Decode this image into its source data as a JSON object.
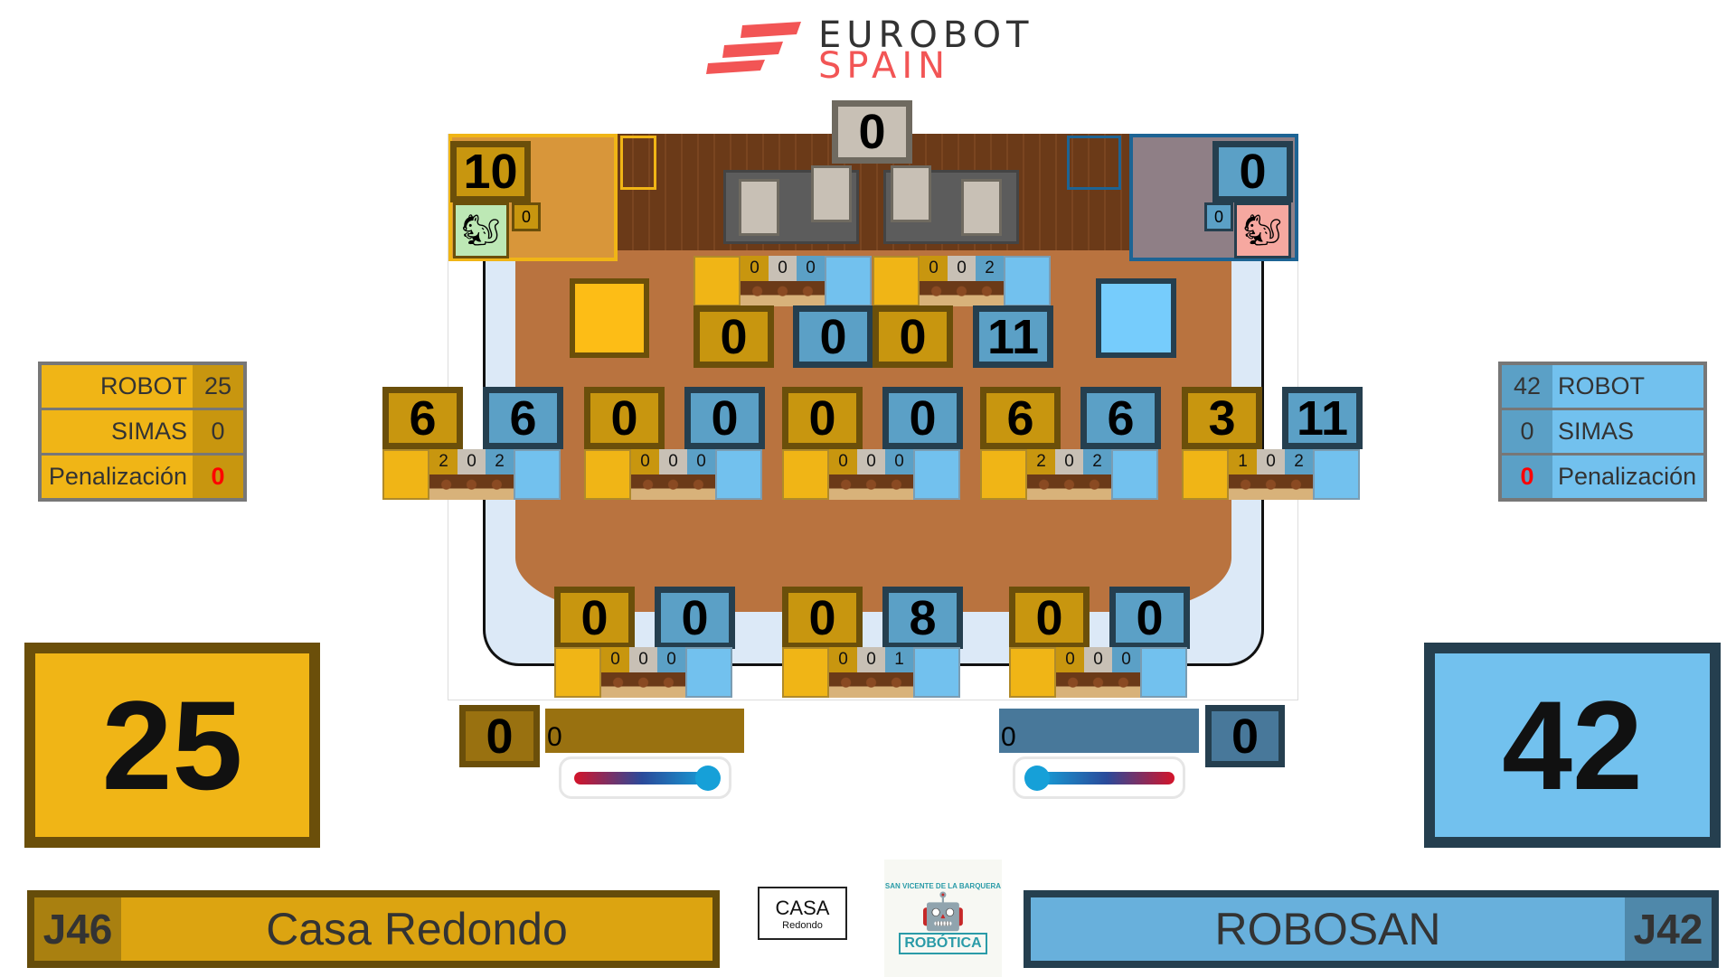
{
  "header": {
    "logo_line1": "EUROBOT",
    "logo_line2": "SPAIN"
  },
  "colors": {
    "yellow": "#f0b516",
    "yellow_dark": "#c8960f",
    "blue": "#72c1ee",
    "blue_dark": "#5ba0c6"
  },
  "field": {
    "center_top_score": "0",
    "yellow_nest": {
      "score": "10",
      "small": "0"
    },
    "blue_nest": {
      "score": "0",
      "small": "0"
    },
    "top_pots": [
      [
        "0",
        "0",
        "0"
      ],
      [
        "0",
        "0",
        "2"
      ]
    ],
    "upper_scores": [
      "0",
      "0",
      "0",
      "11"
    ],
    "middle_scores": [
      "6",
      "6",
      "0",
      "0",
      "0",
      "0",
      "6",
      "6",
      "3",
      "11"
    ],
    "middle_pots": [
      [
        "2",
        "0",
        "2"
      ],
      [
        "0",
        "0",
        "0"
      ],
      [
        "0",
        "0",
        "0"
      ],
      [
        "2",
        "0",
        "2"
      ],
      [
        "1",
        "0",
        "2"
      ]
    ],
    "bottom_scores": [
      "0",
      "0",
      "0",
      "8",
      "0",
      "0"
    ],
    "bottom_pots": [
      [
        "0",
        "0",
        "0"
      ],
      [
        "0",
        "0",
        "1"
      ],
      [
        "0",
        "0",
        "0"
      ]
    ]
  },
  "yellow_team": {
    "table": [
      {
        "label": "ROBOT",
        "value": "25"
      },
      {
        "label": "SIMAS",
        "value": "0"
      },
      {
        "label": "Penalización",
        "value": "0"
      }
    ],
    "total": "25",
    "extra_score": "0",
    "bar_value": "0",
    "code": "J46",
    "name": "Casa Redondo"
  },
  "blue_team": {
    "table": [
      {
        "label": "ROBOT",
        "value": "42"
      },
      {
        "label": "SIMAS",
        "value": "0"
      },
      {
        "label": "Penalización",
        "value": "0"
      }
    ],
    "total": "42",
    "extra_score": "0",
    "bar_value": "0",
    "code": "J42",
    "name": "ROBOSAN"
  },
  "sponsors": {
    "casa_logo": "CASA",
    "casa_sub": "Redondo",
    "robotica_logo": "ROBÓTICA",
    "robotica_arc": "SAN VICENTE DE LA BARQUERA"
  }
}
